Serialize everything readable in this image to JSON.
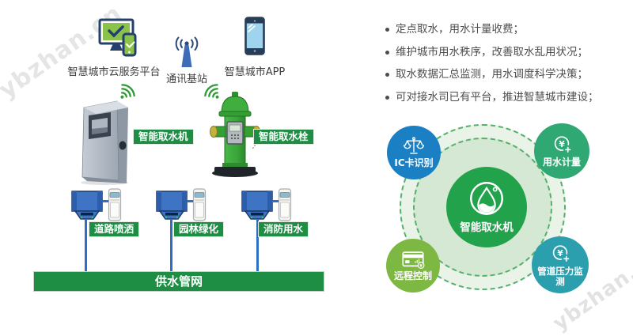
{
  "watermarks": {
    "top_left": "ybzhan.cn",
    "bottom_right": "ybzhan.cn"
  },
  "left_diagram": {
    "cloud_platform_label": "智慧城市云服务平台",
    "base_station_label": "通讯基站",
    "city_app_label": "智慧城市APP",
    "intake_machine_label": "智能取水机",
    "intake_hydrant_label": "智能取水栓",
    "usage_terminals": [
      {
        "label": "道路喷洒"
      },
      {
        "label": "园林绿化"
      },
      {
        "label": "消防用水"
      }
    ],
    "pipe_network_label": "供水管网"
  },
  "feature_list": {
    "bullets": [
      "定点取水，用水计量收费；",
      "维护城市用水秩序，改善取水乱用状况；",
      "取水数据汇总监测，用水调度科学决策；",
      "可对接水司已有平台，推进智慧城市建设；"
    ]
  },
  "capability_hub": {
    "center": {
      "label": "智能取水机",
      "icon": "water-drop-icon",
      "color": "#23a24c"
    },
    "satellites": [
      {
        "label": "IC卡识别",
        "icon": "balance-scale-icon",
        "color": "#1b7fc4",
        "position": "top-left"
      },
      {
        "label": "用水计量",
        "icon": "yuan-meter-icon",
        "color": "#2fa873",
        "position": "top-right"
      },
      {
        "label": "远程控制",
        "icon": "credit-card-icon",
        "color": "#7db842",
        "position": "bottom-left"
      },
      {
        "label": "管道压力监测",
        "icon": "yuan-meter-icon",
        "color": "#2b9fae",
        "position": "bottom-right"
      }
    ]
  },
  "colors": {
    "tag_green": "#1e8e44",
    "pipe_line_blue": "#2e6fc2",
    "hub_ring_green": "#54b06b",
    "hub_inner_fill": "#d5e8d3",
    "hub_outer_fill": "#e9f3e8",
    "wifi_green": "#2f9a35"
  }
}
